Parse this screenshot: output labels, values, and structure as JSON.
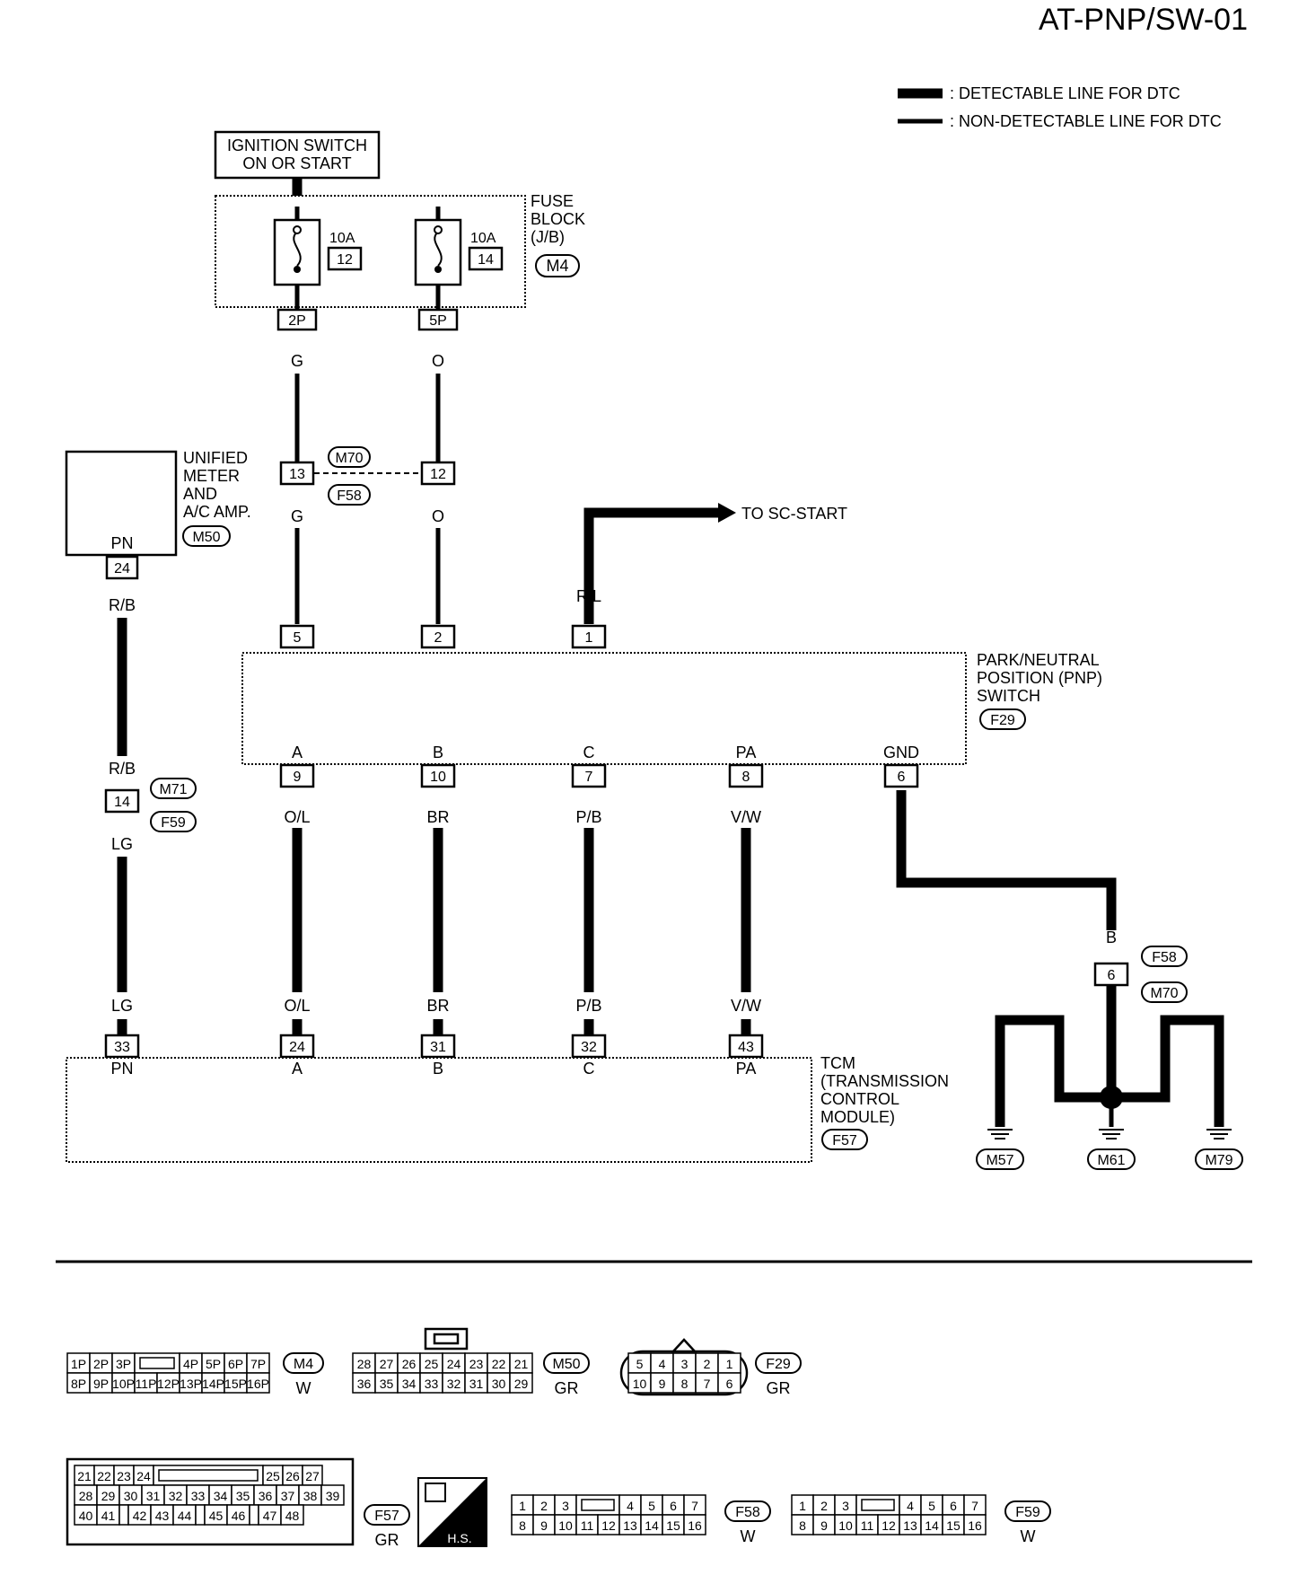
{
  "title": "AT-PNP/SW-01",
  "legend": {
    "thick": ": DETECTABLE LINE FOR DTC",
    "thin": ": NON-DETECTABLE LINE FOR DTC"
  },
  "ignition": {
    "line1": "IGNITION SWITCH",
    "line2": "ON OR START"
  },
  "fuse_block": {
    "line1": "FUSE",
    "line2": "BLOCK",
    "line3": "(J/B)",
    "connector": "M4",
    "fuse1_amp": "10A",
    "fuse1_no": "12",
    "fuse2_amp": "10A",
    "fuse2_no": "14",
    "pin1": "2P",
    "pin2": "5P"
  },
  "meter": {
    "line1": "UNIFIED",
    "line2": "METER",
    "line3": "AND",
    "line4": "A/C AMP.",
    "connector": "M50",
    "pin_label": "PN",
    "pin": "24"
  },
  "joint_m70": {
    "connector_top": "M70",
    "connector_bottom": "F58",
    "pin_g": "13",
    "pin_o": "12"
  },
  "joint_m71": {
    "connector_top": "M71",
    "connector_bottom": "F59",
    "pin": "14"
  },
  "to_sc_start": "TO SC-START",
  "pnp_switch": {
    "line1": "PARK/NEUTRAL",
    "line2": "POSITION (PNP)",
    "line3": "SWITCH",
    "connector": "F29",
    "top_pins": [
      "5",
      "2",
      "1"
    ],
    "bottom_labels": [
      "A",
      "B",
      "C",
      "PA",
      "GND"
    ],
    "bottom_pins": [
      "9",
      "10",
      "7",
      "8",
      "6"
    ]
  },
  "tcm": {
    "line1": "TCM",
    "line2": "(TRANSMISSION",
    "line3": "CONTROL",
    "line4": "MODULE)",
    "connector": "F57",
    "pins": [
      "33",
      "24",
      "31",
      "32",
      "43"
    ],
    "labels": [
      "PN",
      "A",
      "B",
      "C",
      "PA"
    ]
  },
  "wire_colors": {
    "g": "G",
    "o": "O",
    "rl": "R/L",
    "rb": "R/B",
    "lg": "LG",
    "ol": "O/L",
    "br": "BR",
    "pb": "P/B",
    "vw": "V/W",
    "b": "B"
  },
  "ground": {
    "conn_top": "F58",
    "conn_bottom": "M70",
    "pin": "6",
    "grounds": [
      "M57",
      "M61",
      "M79"
    ]
  },
  "connector_views": {
    "m4": {
      "id": "M4",
      "color": "W",
      "row1": [
        "1P",
        "2P",
        "3P",
        "",
        "4P",
        "5P",
        "6P",
        "7P"
      ],
      "row2": [
        "8P",
        "9P",
        "10P",
        "11P",
        "12P",
        "13P",
        "14P",
        "15P",
        "16P"
      ]
    },
    "m50": {
      "id": "M50",
      "color": "GR",
      "row1": [
        "28",
        "27",
        "26",
        "25",
        "24",
        "23",
        "22",
        "21"
      ],
      "row2": [
        "36",
        "35",
        "34",
        "33",
        "32",
        "31",
        "30",
        "29"
      ]
    },
    "f29": {
      "id": "F29",
      "color": "GR",
      "row1": [
        "5",
        "4",
        "3",
        "2",
        "1"
      ],
      "row2": [
        "10",
        "9",
        "8",
        "7",
        "6"
      ]
    },
    "f57": {
      "id": "F57",
      "color": "GR",
      "row1": [
        "21",
        "22",
        "23",
        "24",
        "",
        "25",
        "26",
        "27"
      ],
      "row2": [
        "28",
        "29",
        "30",
        "31",
        "32",
        "33",
        "34",
        "35",
        "36",
        "37",
        "38",
        "39"
      ],
      "row3": [
        "40",
        "41",
        "",
        "42",
        "43",
        "44",
        "",
        "45",
        "46",
        "",
        "47",
        "48"
      ]
    },
    "hs": "H.S.",
    "f58": {
      "id": "F58",
      "color": "W",
      "row1": [
        "1",
        "2",
        "3",
        "",
        "4",
        "5",
        "6",
        "7"
      ],
      "row2": [
        "8",
        "9",
        "10",
        "11",
        "12",
        "13",
        "14",
        "15",
        "16"
      ]
    },
    "f59": {
      "id": "F59",
      "color": "W",
      "row1": [
        "1",
        "2",
        "3",
        "",
        "4",
        "5",
        "6",
        "7"
      ],
      "row2": [
        "8",
        "9",
        "10",
        "11",
        "12",
        "13",
        "14",
        "15",
        "16"
      ]
    }
  }
}
